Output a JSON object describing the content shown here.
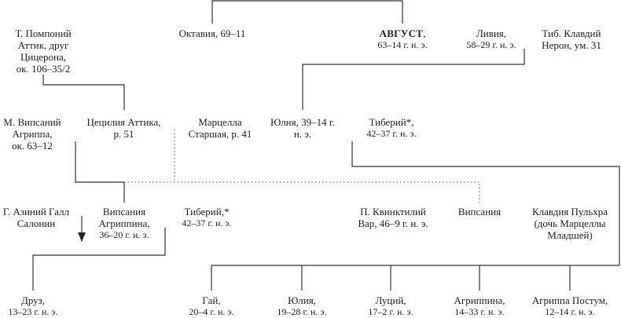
{
  "nodes": {
    "pomponius": [
      "Т. Помпоний",
      "Аттик, друг",
      "Цицерона,",
      "ок. 106–35/2"
    ],
    "octavia": [
      "Октавия, 69–11"
    ],
    "augustus": {
      "name": "АВГУСТ",
      "suffix": ",",
      "dates": "63–14 г. н. э."
    },
    "livia": [
      "Ливия,",
      "58–29 г. н. э."
    ],
    "tib_claudius_nero": [
      "Тиб. Клавдий",
      "Нерон, ум. 31"
    ],
    "agrippa": [
      "М. Випсаний",
      "Агриппа,",
      "ок. 63–12"
    ],
    "caecilia_attica": [
      "Цецилия Аттика,",
      "р. 51"
    ],
    "marcella_maior": [
      "Марцелла",
      "Старшая, р. 41"
    ],
    "julia_elder": [
      "Юлия, 39–14 г.",
      "н. э."
    ],
    "tiberius_1": [
      "Тиберий*,",
      "42–37 г. н. э."
    ],
    "asinius_gallus": [
      "Г. Азиний Галл",
      "Салонин"
    ],
    "vipsania_agrippina": [
      "Випсания",
      "Агриппина,",
      "36–20 г. н. э."
    ],
    "tiberius_2": [
      "Тиберий,*",
      "42–37 г. н. э."
    ],
    "quinctilius_varus": [
      "П. Квинктилий",
      "Вар, 46–9 г. н. э."
    ],
    "vipsania": [
      "Випсания"
    ],
    "claudia_pulchra": [
      "Клавдия Пульхра",
      "(дочь Марцеллы",
      "Младшей)"
    ],
    "drusus": [
      "Друз,",
      "13–23 г. н. э."
    ],
    "gaius": [
      "Гай,",
      "20–4 г. н. э."
    ],
    "julia_younger": [
      "Юлия,",
      "19–28 г. н. э."
    ],
    "lucius": [
      "Луций,",
      "17–2 г. н. э."
    ],
    "agrippina": [
      "Агриппина,",
      "14–33 г. н. э."
    ],
    "agrippa_postumus": [
      "Агриппа Постум,",
      "12–14 г. н. э."
    ]
  }
}
